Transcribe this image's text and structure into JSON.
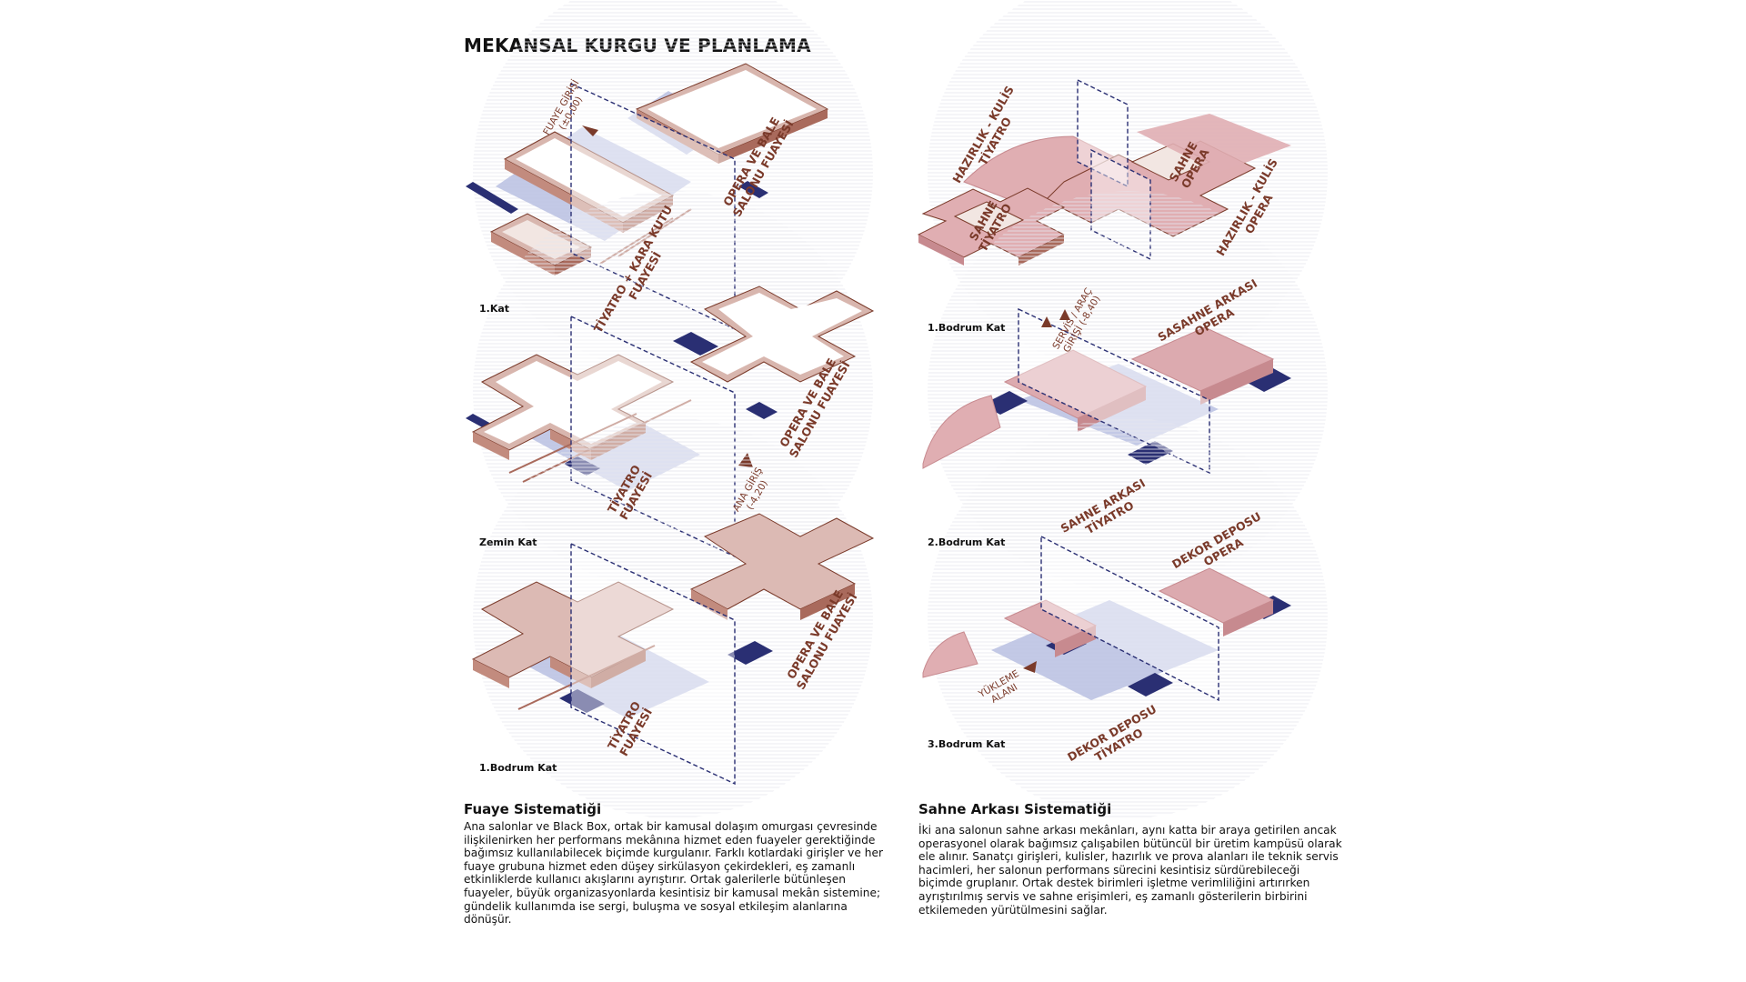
{
  "title": "MEKANSAL KURGU VE PLANLAMA",
  "colors": {
    "wall": "#a96a5c",
    "roof": "#d8b6ae",
    "plate": "#f2e6e2",
    "pink": "#e0aeb2",
    "pinkDark": "#c78a8f",
    "lavender": "#b9bfe2",
    "navy": "#2a2f73",
    "dash": "#2a2f73",
    "brown": "#7a3a2a"
  },
  "left_diagrams": [
    {
      "floor": "1.Kat",
      "labels": {
        "foyer_a": [
          "OPERA VE BALE",
          "SALONU FUAYESİ"
        ],
        "foyer_b": [
          "TİYATRO + KARA KUTU",
          "FUAYESİ"
        ],
        "entry": [
          "FUAYE GİRİŞİ",
          "(±0,00)"
        ]
      }
    },
    {
      "floor": "Zemin Kat",
      "labels": {
        "foyer_a": [
          "OPERA VE BALE",
          "SALONU FUAYESİ"
        ],
        "foyer_b": [
          "TİYATRO",
          "FUAYESİ"
        ],
        "entry": [
          "ANA GİRİŞ",
          "(-4,20)"
        ]
      }
    },
    {
      "floor": "1.Bodrum Kat",
      "labels": {
        "foyer_a": [
          "OPERA VE BALE",
          "SALONU FUAYESİ"
        ],
        "foyer_b": [
          "TİYATRO",
          "FUAYESİ"
        ]
      }
    }
  ],
  "right_diagrams": [
    {
      "floor": "1.Bodrum Kat",
      "labels": {
        "a": [
          "HAZIRLIK - KULİS",
          "TİYATRO"
        ],
        "b": [
          "SAHNE",
          "OPERA"
        ],
        "c": [
          "SAHNE",
          "TİYATRO"
        ],
        "d": [
          "HAZIRLIK - KULİS",
          "OPERA"
        ]
      }
    },
    {
      "floor": "2.Bodrum Kat",
      "labels": {
        "a": [
          "SERVİS / ARAÇ",
          "GİRİŞİ (-8,40)"
        ],
        "b": [
          "SASAHNE ARKASI",
          "OPERA"
        ],
        "c": [
          "SAHNE ARKASI",
          "TİYATRO"
        ]
      }
    },
    {
      "floor": "3.Bodrum Kat",
      "labels": {
        "a": [
          "DEKOR DEPOSU",
          "OPERA"
        ],
        "b": [
          "YÜKLEME",
          "ALANI"
        ],
        "c": [
          "DEKOR DEPOSU",
          "TİYATRO"
        ]
      }
    }
  ],
  "sections": {
    "foyer": {
      "title": "Fuaye Sistematiği",
      "body": "Ana salonlar ve Black Box, ortak bir kamusal dolaşım omurgası çevresinde ilişkilenirken her performans mekânına hizmet eden fuayeler gerektiğinde bağımsız kullanılabilecek biçimde kurgulanır. Farklı kotlardaki girişler ve her fuaye grubuna hizmet eden düşey sirkülasyon çekirdekleri, eş zamanlı etkinliklerde kullanıcı akışlarını ayrıştırır. Ortak galerilerle bütünleşen fuayeler, büyük organizasyonlarda kesintisiz bir kamusal mekân sistemine; gündelik kullanımda ise sergi, buluşma ve sosyal etkileşim alanlarına dönüşür."
    },
    "backstage": {
      "title": "Sahne Arkası Sistematiği",
      "body": "İki ana salonun sahne arkası mekânları, aynı katta bir araya getirilen ancak operasyonel olarak bağımsız çalışabilen bütüncül bir üretim kampüsü olarak ele alınır. Sanatçı girişleri, kulisler, hazırlık ve prova alanları ile teknik servis hacimleri, her salonun performans sürecini kesintisiz sürdürebileceği biçimde gruplanır. Ortak destek birimleri işletme verimliliğini artırırken ayrıştırılmış servis ve sahne erişimleri, eş zamanlı gösterilerin birbirini etkilemeden yürütülmesini sağlar."
    }
  }
}
